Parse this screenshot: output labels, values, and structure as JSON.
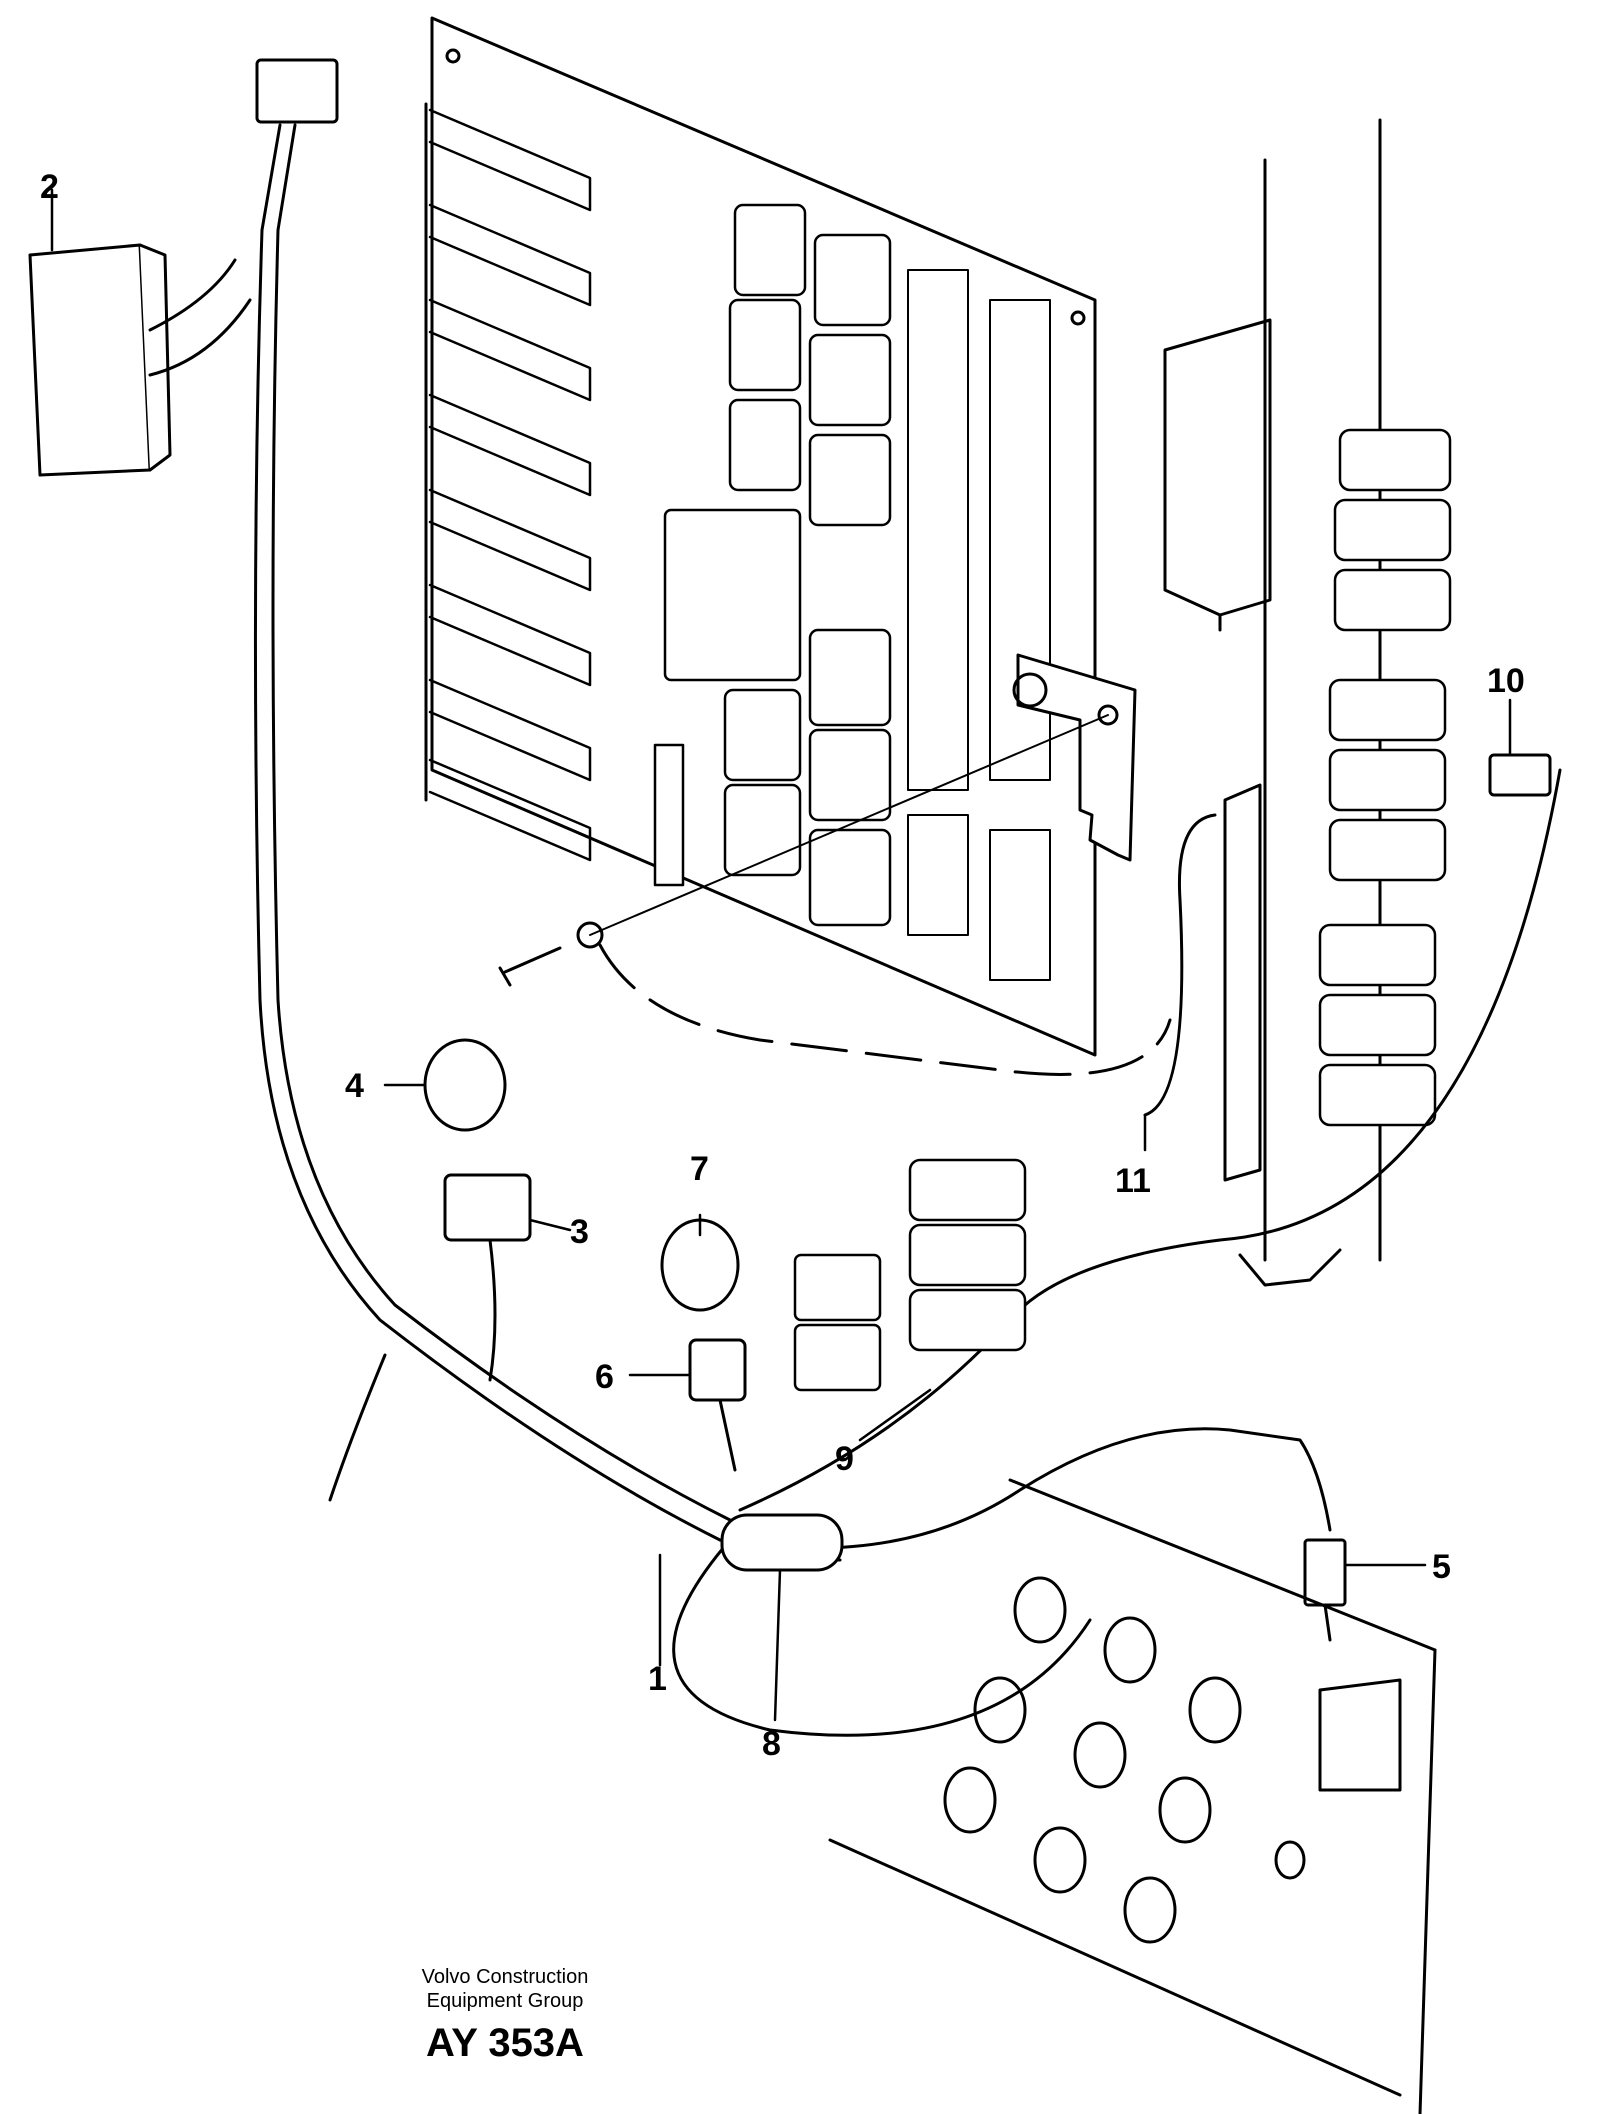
{
  "callouts": [
    "1",
    "2",
    "3",
    "4",
    "5",
    "6",
    "7",
    "8",
    "9",
    "10",
    "11"
  ],
  "caption": {
    "company_line1": "Volvo Construction",
    "company_line2": "Equipment Group",
    "figure_code": "AY 353A"
  },
  "colors": {
    "ink": "#000000",
    "paper": "#ffffff"
  }
}
